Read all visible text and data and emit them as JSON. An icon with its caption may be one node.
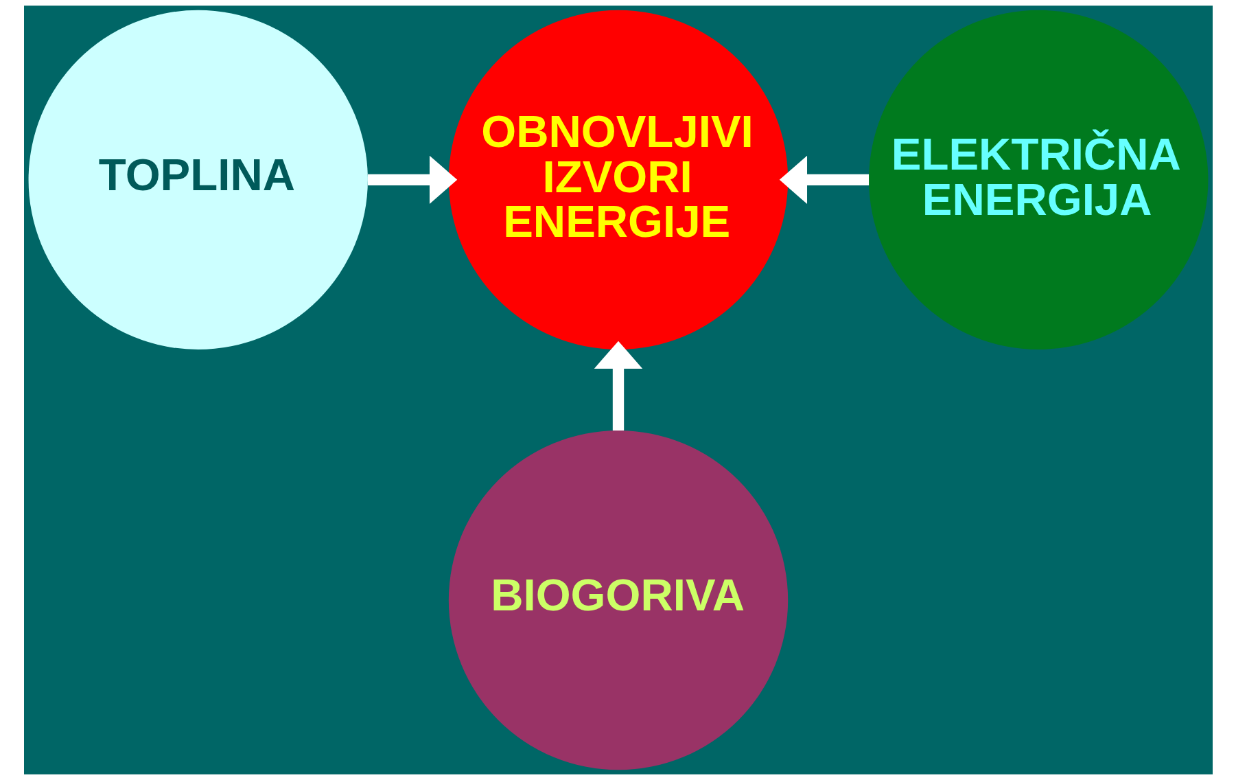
{
  "diagram": {
    "nodes": [
      {
        "text": [
          "TOPLINA"
        ]
      },
      {
        "text": [
          "OBNOVLJIVI IZVORI ENERGIJE"
        ]
      },
      {
        "text": [
          "ELEKTRIČNA ENERGIJA"
        ]
      },
      {
        "text": [
          "BIOGORIVA"
        ]
      }
    ],
    "edges": [
      {
        "from": 0,
        "to": 1,
        "arrow": "to"
      },
      {
        "from": 2,
        "to": 1,
        "arrow": "to"
      },
      {
        "from": 3,
        "to": 1,
        "arrow": "to"
      }
    ]
  }
}
